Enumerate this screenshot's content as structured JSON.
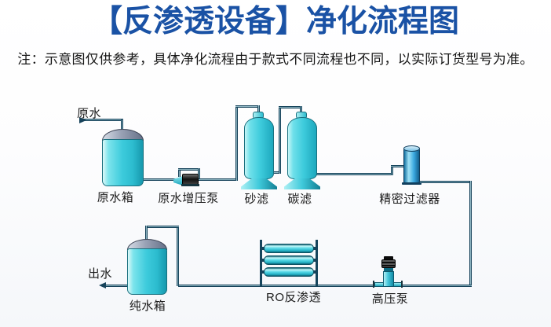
{
  "page": {
    "title": "【反渗透设备】净化流程图",
    "note": "注：示意图仅供参考，具体净化流程由于款式不同流程也不同，以实际订货型号为准。"
  },
  "diagram": {
    "inlet_label": "原水",
    "outlet_label": "出水",
    "equipment": [
      {
        "id": "raw-water-tank",
        "label": "原水箱"
      },
      {
        "id": "raw-water-booster-pump",
        "label": "原水增压泵"
      },
      {
        "id": "sand-filter",
        "label": "砂滤"
      },
      {
        "id": "carbon-filter",
        "label": "碳滤"
      },
      {
        "id": "precision-filter",
        "label": "精密过滤器"
      },
      {
        "id": "high-pressure-pump",
        "label": "高压泵"
      },
      {
        "id": "ro-membrane-unit",
        "label": "RO反渗透"
      },
      {
        "id": "pure-water-tank",
        "label": "纯水箱"
      }
    ],
    "colors": {
      "title_blue": "#1a52a5",
      "pipe_dark": "#16425a",
      "pipe_core": "#8fb6c2",
      "vessel_cyan": "#3dcbdc",
      "vessel_outline": "#19707f",
      "dome_gray": "#9aa3b6",
      "filter_blue": "#3aa9e0",
      "label_text": "#1b1b1b"
    }
  }
}
